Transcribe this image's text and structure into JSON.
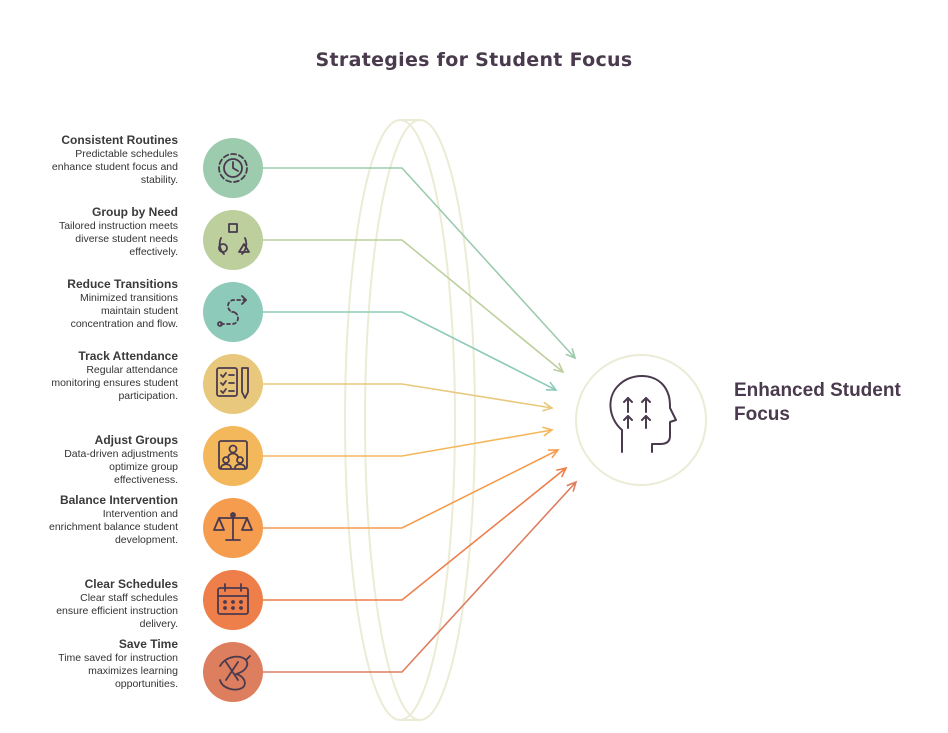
{
  "title": "Strategies for Student Focus",
  "items": [
    {
      "title": "Consistent Routines",
      "desc": "Predictable schedules enhance student focus and stability.",
      "icon": "clock-icon",
      "color": "#9ccbad"
    },
    {
      "title": "Group by Need",
      "desc": "Tailored instruction meets diverse student needs effectively.",
      "icon": "shapes-group-icon",
      "color": "#bccf9d"
    },
    {
      "title": "Reduce Transitions",
      "desc": "Minimized transitions maintain student concentration and flow.",
      "icon": "path-arrow-icon",
      "color": "#8ecab9"
    },
    {
      "title": "Track Attendance",
      "desc": "Regular attendance monitoring ensures student participation.",
      "icon": "checklist-pen-icon",
      "color": "#e8c87c"
    },
    {
      "title": "Adjust Groups",
      "desc": "Data-driven adjustments optimize group effectiveness.",
      "icon": "group-frame-icon",
      "color": "#f4b85c"
    },
    {
      "title": "Balance Intervention",
      "desc": "Intervention and enrichment balance student development.",
      "icon": "scale-icon",
      "color": "#f59c4e"
    },
    {
      "title": "Clear Schedules",
      "desc": "Clear staff schedules ensure efficient instruction delivery.",
      "icon": "calendar-icon",
      "color": "#ee7e4a"
    },
    {
      "title": "Save Time",
      "desc": "Time saved for instruction maximizes learning opportunities.",
      "icon": "hourglass-icon",
      "color": "#dd7e5e"
    }
  ],
  "outcome": {
    "title": "Enhanced Student Focus",
    "icon": "head-arrows-icon"
  },
  "colors": {
    "lens": "#ecebd6",
    "text": "#333333",
    "title": "#4a3a4e",
    "icon_stroke": "#4a3a4e"
  }
}
